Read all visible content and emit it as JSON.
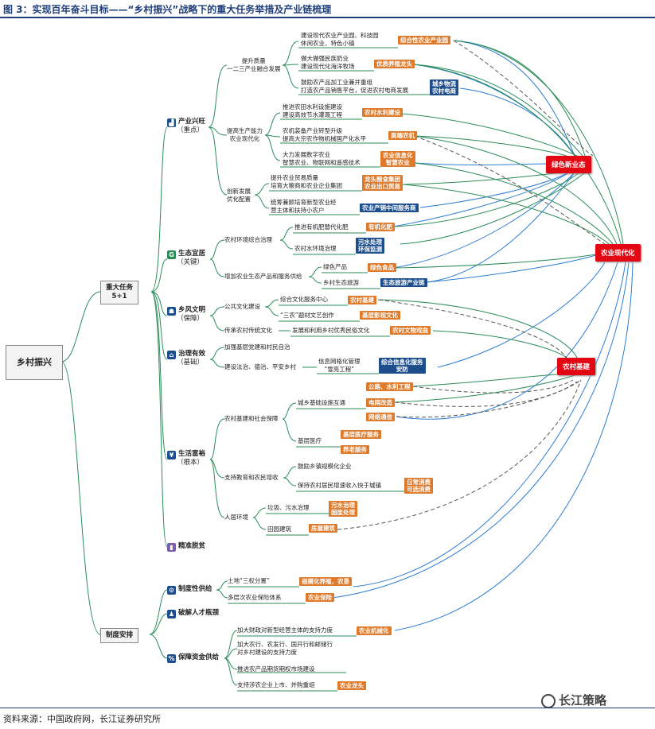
{
  "header": {
    "title": "图 3：实现百年奋斗目标——“乡村振兴”战略下的重大任务举措及产业链梳理"
  },
  "footer": {
    "source": "资料来源：中国政府网，长江证券研究所",
    "watermark": "长江策略"
  },
  "root": "乡村振兴",
  "major_tasks": {
    "label": "重大任务",
    "sub": "5+1"
  },
  "system": {
    "label": "制度安排"
  },
  "sections": {
    "s1": {
      "label": "产业兴旺",
      "sub": "（重点）",
      "icon": "factory-icon"
    },
    "s2": {
      "label": "生态宜居",
      "sub": "（关键）",
      "icon": "leaf-icon"
    },
    "s3": {
      "label": "乡风文明",
      "sub": "（保障）",
      "icon": "people-icon"
    },
    "s4": {
      "label": "治理有效",
      "sub": "（基础）",
      "icon": "house-icon"
    },
    "s5": {
      "label": "生活富裕",
      "sub": "（根本）",
      "icon": "yuan-icon"
    },
    "s6": {
      "label": "精准脱贫",
      "icon": "chart-icon"
    },
    "s7": {
      "label": "制度性供给",
      "icon": "gear-icon"
    },
    "s8": {
      "label": "破解人才瓶颈",
      "icon": "person-icon"
    },
    "s9": {
      "label": "保障资金供给",
      "icon": "money-icon"
    }
  },
  "subs": {
    "a1": "提升质量\n一二三产业融合发展",
    "a2": "提高生产能力\n农业现代化",
    "a3": "创新发展\n优化配置",
    "b1": "农村环境综合治理",
    "b2": "增加农业生态产品和服务供给",
    "c1": "公共文化建设",
    "c2": "传承农村传统文化",
    "d1": "加强基层党建和村民自治",
    "d2": "建设法治、德治、平安乡村",
    "e1": "农村基建和社会保障",
    "e2": "支持教育和农民增收",
    "e3": "人居环境",
    "f1": "土地“三权分置”",
    "f2": "多层次农业保险体系",
    "g1": "加大财政对新型经营主体的支持力度",
    "g2": "加大农行、农发行、国开行和邮储行\n对乡村建设的支持力度",
    "g3": "推进农产品期货期权市场建设",
    "g4": "支持涉农企业上市、并购重组"
  },
  "details": {
    "a1_1": "建设现代农业产业园、科技园\n休闲农业、特色小镇",
    "a1_2": "做大做强民族奶业\n建设现代化海洋牧场",
    "a1_3": "鼓励农产品加工业兼并重组\n打造农产品销售平台，促进农村电商发展",
    "a2_1": "推进农田水利设施建设\n建设高效节水灌溉工程",
    "a2_2": "农机装备产业转型升级\n提高大宗农作物机械国产化水平",
    "a2_3": "大力发展数字农业\n智慧农业、物联网和遥感技术",
    "a3_1": "提升农业贸易质量\n培育大粮商和农业企业集团",
    "a3_2": "统筹兼顾培育新型农业经\n营主体和扶持小农户",
    "b1_1": "推进有机肥替代化肥",
    "b1_2": "农村水环境治理",
    "b2_1": "绿色产品",
    "b2_2": "乡村生态旅游",
    "c1_1": "综合文化服务中心",
    "c1_2": "“三农”题材文艺创作",
    "c2_1": "发展和利用乡村优秀民俗文化",
    "d2_1": "信息网格化管理\n“雪亮工程”",
    "e1_1": "城乡基础设施互通",
    "e1_2": "基层医疗",
    "e2_1": "鼓励乡镇规模化企业",
    "e2_2": "保持农村居民增速收入快于城镇",
    "e3_1": "垃圾、污水治理",
    "e3_2": "田园建筑"
  },
  "tags": {
    "t1": "综合性农业产业园",
    "t2": "优质养殖龙头",
    "t3": "城乡物流\n农村电商",
    "t4": "农村水利建设",
    "t5": "高端农机",
    "t6": "农业信息化\n智慧农业",
    "t7": "龙头粮食集团\n农业出口贸易",
    "t8": "农业产销中间服务商",
    "t9": "有机化肥",
    "t10": "污水处理\n环保监测",
    "t11": "绿色食品",
    "t12": "生态旅游产业链",
    "t13": "农村基建",
    "t14": "基层影视文化",
    "t15": "农村文物戏曲",
    "t16": "综合信息化服务\n安防",
    "t17": "公路、水利工程",
    "t18": "电网改造",
    "t19": "网络通信",
    "t20": "基层医疗服务",
    "t21": "养老服务",
    "t22": "日常消费\n可选消费",
    "t23": "污水治理\n固废处理",
    "t24": "房屋建筑",
    "t25": "规模化养殖，农垦",
    "t26": "农业保险",
    "t27": "农业机械化",
    "t28": "农业龙头"
  },
  "hubs": {
    "h1": "绿色新业态",
    "h2": "农业现代化",
    "h3": "农村基建"
  },
  "colors": {
    "title": "#1f3f7a",
    "orange": "#dd7a2c",
    "blue": "#1d4e8b",
    "red": "#e30613",
    "tree": "#2b8c5a",
    "link": "#2d7dd2"
  }
}
